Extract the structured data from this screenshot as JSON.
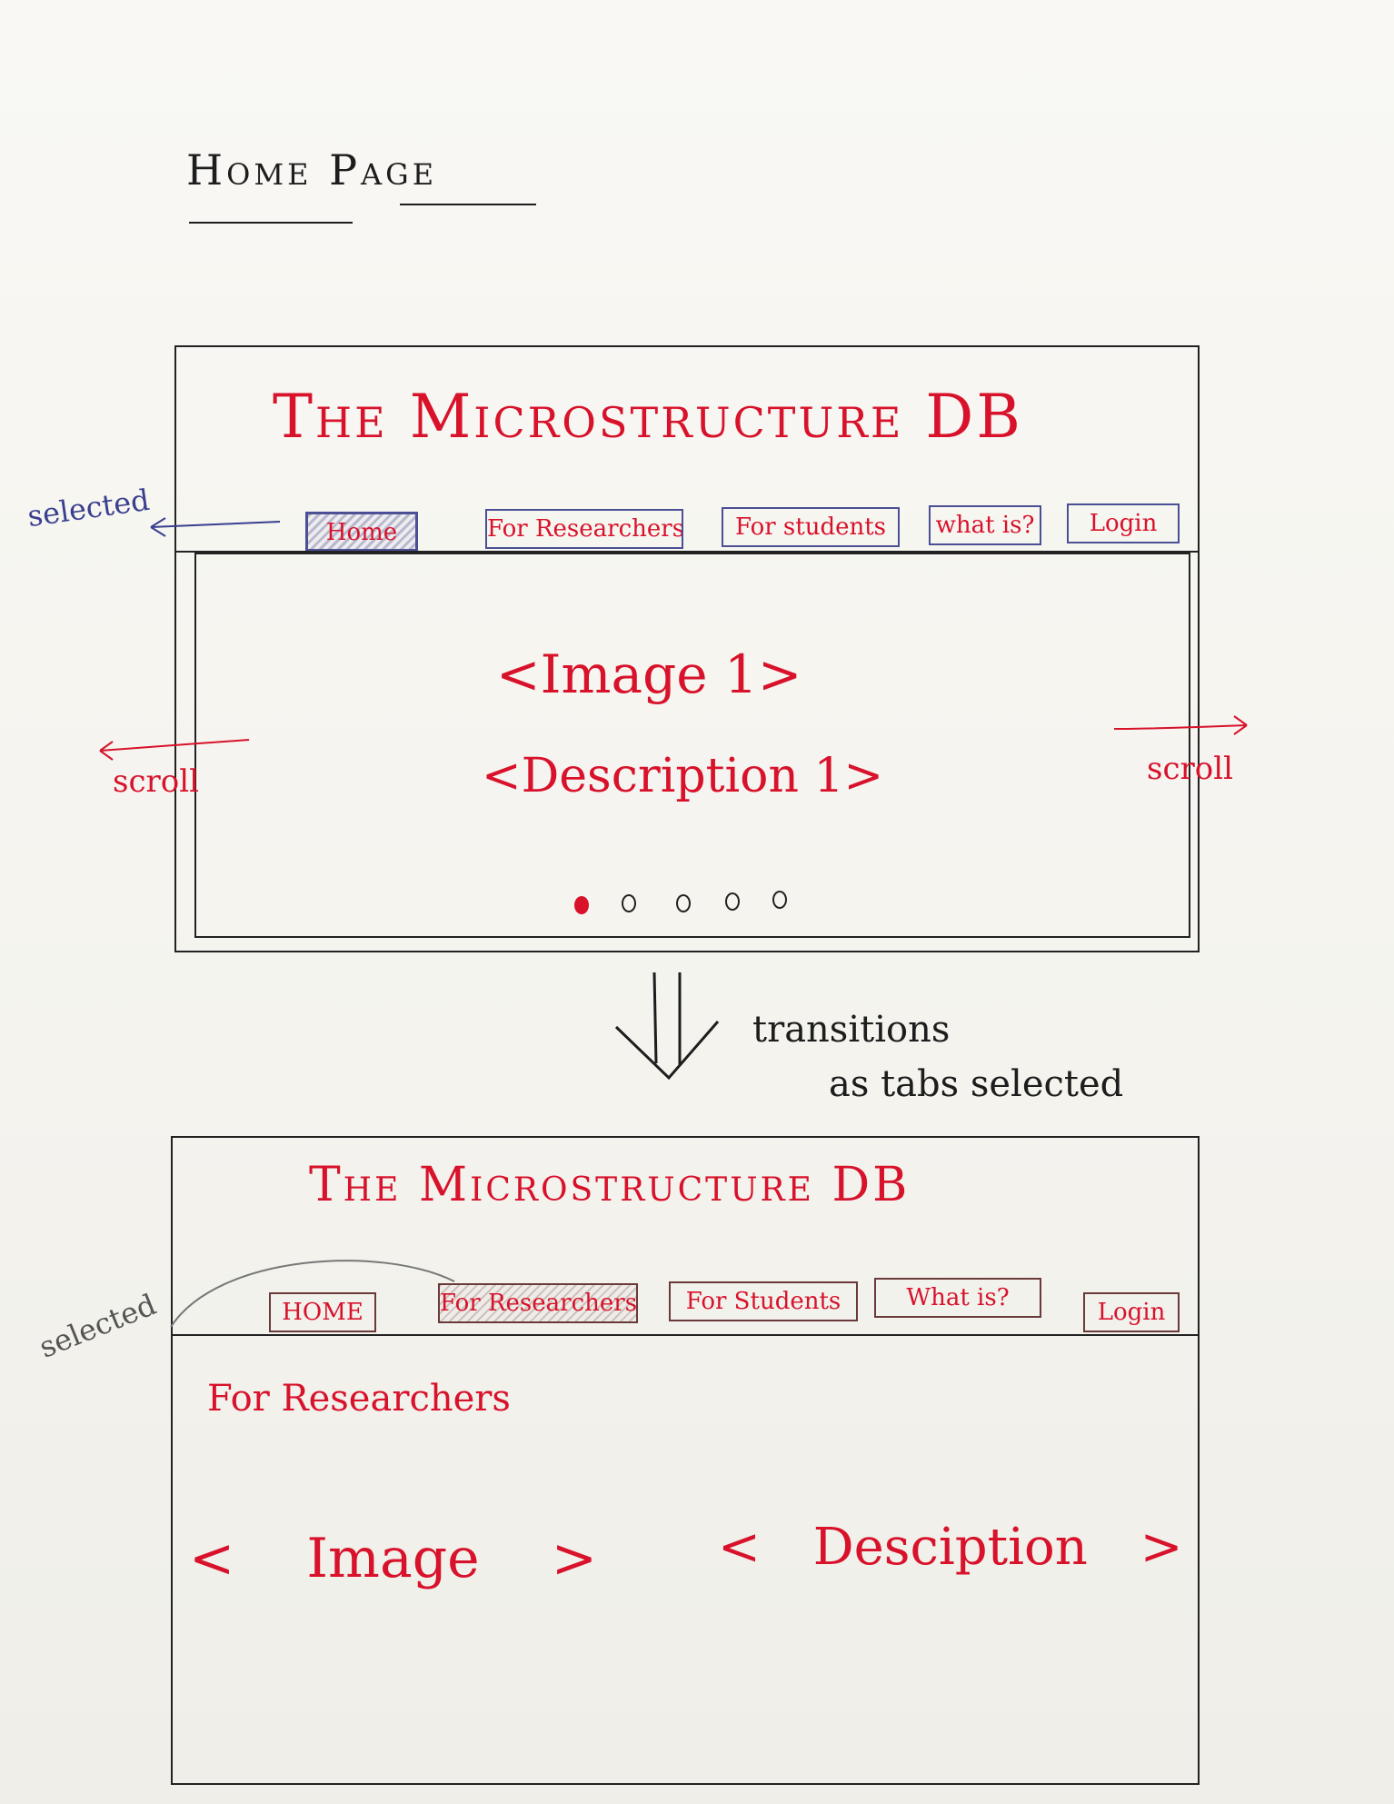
{
  "page": {
    "title": "Home Page"
  },
  "wireframe_home": {
    "site_title": "The Microstructure DB",
    "selected_note": "selected",
    "tabs": [
      {
        "label": "Home",
        "selected": true
      },
      {
        "label": "For Researchers",
        "selected": false
      },
      {
        "label": "For students",
        "selected": false
      },
      {
        "label": "what is?",
        "selected": false
      },
      {
        "label": "Login",
        "selected": false
      }
    ],
    "carousel": {
      "image_placeholder": "<Image 1>",
      "description_placeholder": "<Description 1>",
      "scroll_left": "scroll",
      "scroll_right": "scroll",
      "dots_total": 5,
      "active_dot": 1
    }
  },
  "transition": {
    "line1": "transitions",
    "line2": "as tabs selected"
  },
  "wireframe_researchers": {
    "site_title": "The Microstructure DB",
    "selected_note": "selected",
    "tabs": [
      {
        "label": "HOME",
        "selected": false
      },
      {
        "label": "For Researchers",
        "selected": true
      },
      {
        "label": "For Students",
        "selected": false
      },
      {
        "label": "What is?",
        "selected": false
      },
      {
        "label": "Login",
        "selected": false
      }
    ],
    "section_heading": "For Researchers",
    "image_placeholder": "< Image >",
    "description_placeholder": "< Desciption >"
  },
  "colors": {
    "ink": "#1d1d1d",
    "red_marker": "#d8122b",
    "blue_pen": "#3a3f8f",
    "paper": "#f7f6f1"
  }
}
